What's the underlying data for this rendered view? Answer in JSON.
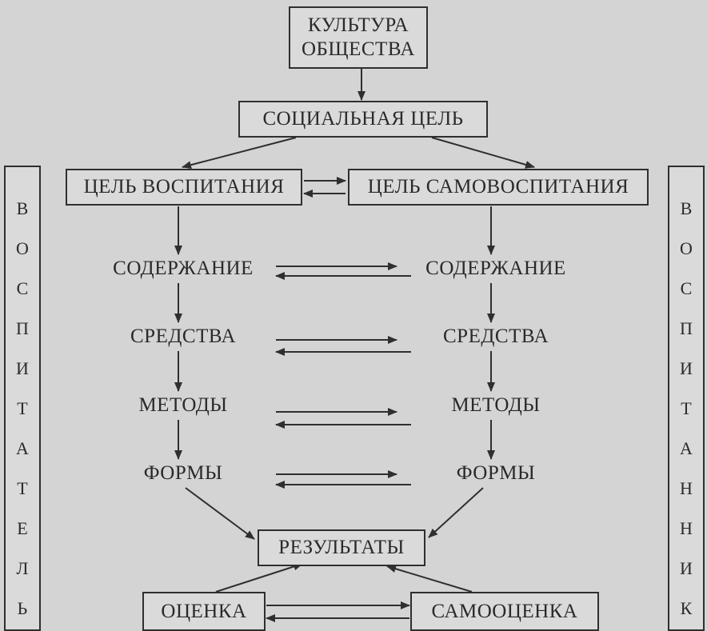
{
  "nodes": {
    "culture": [
      "КУЛЬТУРА",
      "ОБЩЕСТВА"
    ],
    "social_goal": "СОЦИАЛЬНАЯ ЦЕЛЬ",
    "upbringing_goal": "ЦЕЛЬ ВОСПИТАНИЯ",
    "self_upbringing_goal": "ЦЕЛЬ САМОВОСПИТАНИЯ",
    "left_chain": [
      "СОДЕРЖАНИЕ",
      "СРЕДСТВА",
      "МЕТОДЫ",
      "ФОРМЫ"
    ],
    "right_chain": [
      "СОДЕРЖАНИЕ",
      "СРЕДСТВА",
      "МЕТОДЫ",
      "ФОРМЫ"
    ],
    "results": "РЕЗУЛЬТАТЫ",
    "assessment": "ОЦЕНКА",
    "self_assessment": "САМООЦЕНКА"
  },
  "sides": {
    "left": [
      "В",
      "О",
      "С",
      "П",
      "И",
      "Т",
      "А",
      "Т",
      "Е",
      "Л",
      "Ь"
    ],
    "right": [
      "В",
      "О",
      "С",
      "П",
      "И",
      "Т",
      "А",
      "Н",
      "Н",
      "И",
      "К"
    ]
  },
  "colors": {
    "line": "#2f2f2f",
    "background": "#d4d4d4",
    "box": "#dadada",
    "text": "#2a2a2a"
  }
}
